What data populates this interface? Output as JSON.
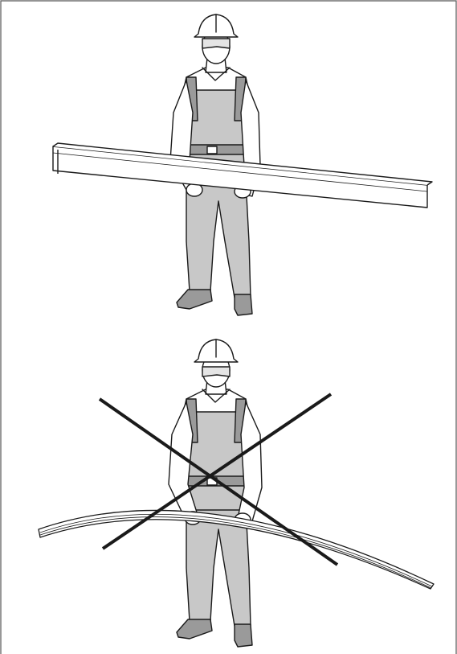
{
  "figure": {
    "panels": [
      {
        "id": "correct",
        "board_shape": "straight-rigid",
        "crossed_out": false
      },
      {
        "id": "incorrect",
        "board_shape": "bent-flexible",
        "crossed_out": true
      }
    ]
  },
  "colors": {
    "line": "#1a1a1a",
    "overalls": "#c8c8c8",
    "overalls_dark": "#9a9a9a",
    "shirt": "#ffffff",
    "helmet": "#ffffff",
    "skin": "#ffffff",
    "board": "#ffffff",
    "cross": "#1a1a1a",
    "frame": "#555555"
  }
}
